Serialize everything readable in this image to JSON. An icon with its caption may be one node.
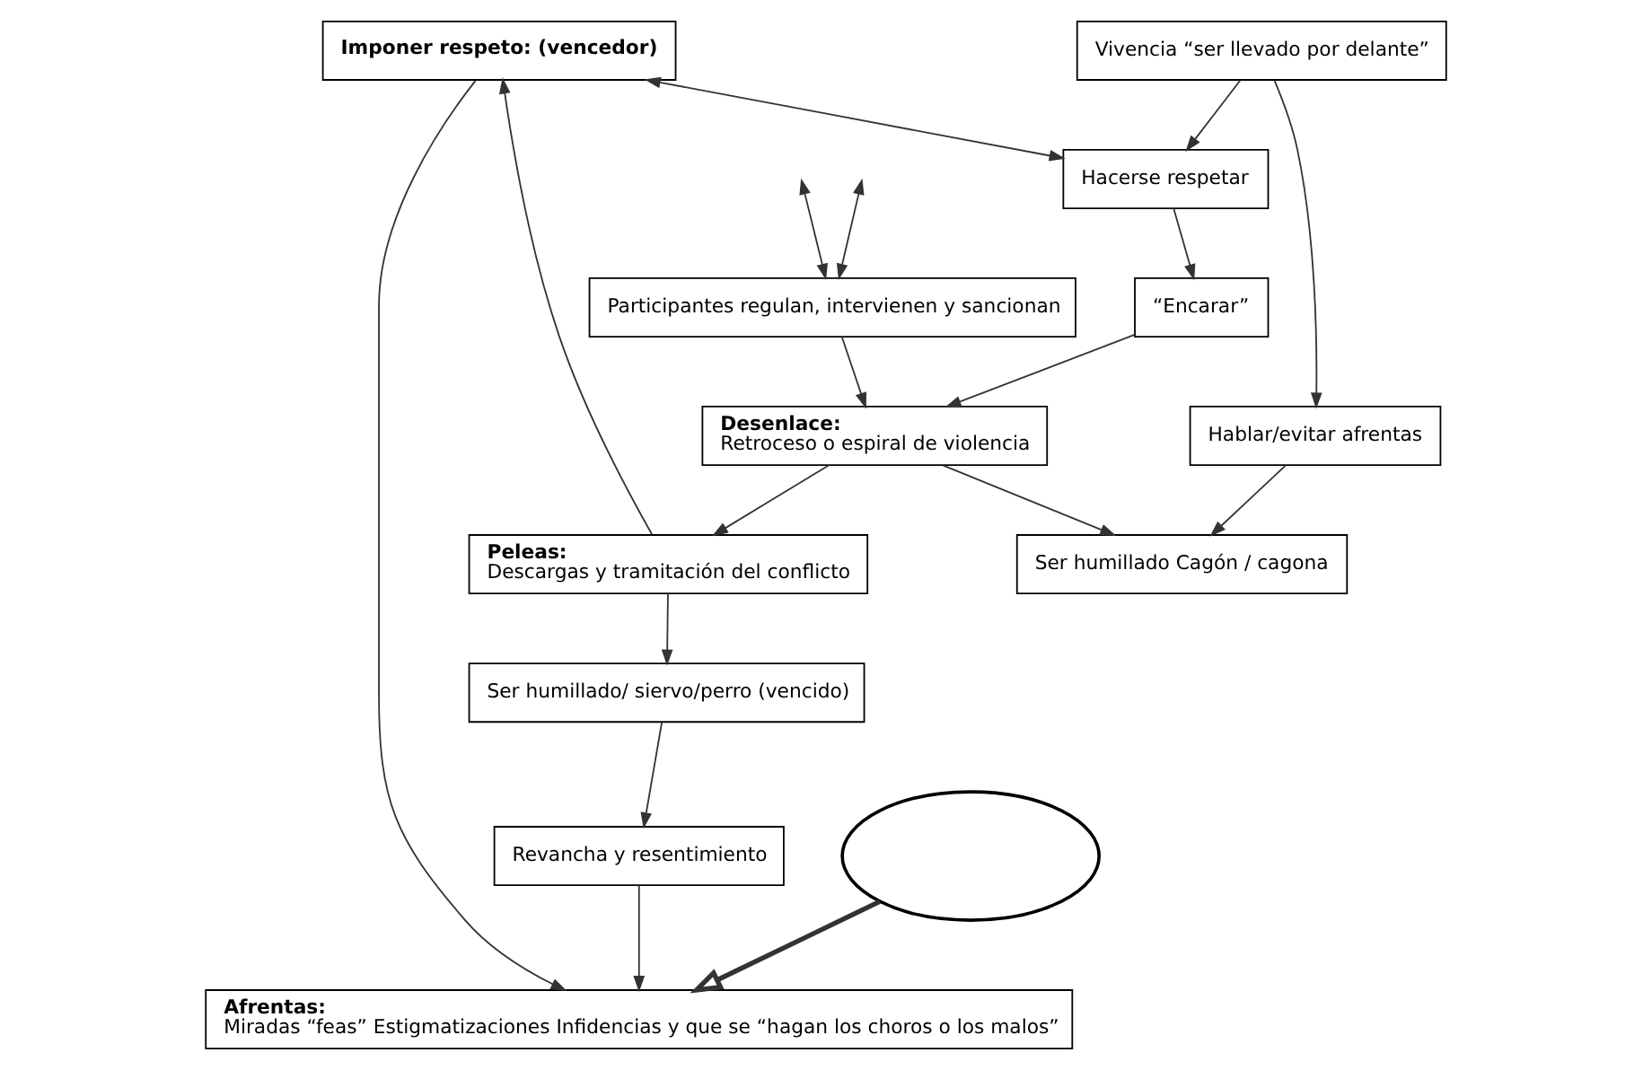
{
  "diagram": {
    "nodes": [
      {
        "text": [
          "Afrentas:",
          "Miradas “feas” Estigmatizaciones Infidencias y que se “hagan los choros o los malos”"
        ]
      },
      {
        "text": [
          "Hablar/evitar afrentas"
        ]
      },
      {
        "text": [
          "Ser humillado Cagón / cagona"
        ]
      },
      {
        "text": [
          "Hacerse respetar"
        ]
      },
      {
        "text": [
          "Vivencia “ser llevado por delante”"
        ]
      },
      {
        "text": [
          "“Encarar”"
        ]
      },
      {
        "text": [
          "Imponer respeto: (vencedor)"
        ]
      },
      {
        "text": [
          "Desenlace:",
          "Retroceso o espiral de violencia"
        ]
      },
      {
        "text": [
          "Revancha y resentimiento"
        ]
      },
      {
        "text": [
          "Peleas:",
          "Descargas y tramitación del conflicto"
        ]
      },
      {
        "text": [
          "Ser humillado/ siervo/perro (vencido)"
        ]
      },
      {
        "text": [
          "Participantes regulan, intervienen y sancionan"
        ]
      },
      {
        "text": [],
        "shape": "ellipse"
      }
    ],
    "edges": [
      {
        "from": 1,
        "to": 2,
        "arrow": "to"
      },
      {
        "from": 4,
        "to": 1,
        "arrow": "to"
      },
      {
        "from": 4,
        "to": 3,
        "arrow": "to"
      },
      {
        "from": 6,
        "to": 3,
        "arrow": "both"
      },
      {
        "from": 3,
        "to": 5,
        "arrow": "to"
      },
      {
        "from": 5,
        "to": 7,
        "arrow": "to"
      },
      {
        "from": 7,
        "to": 2,
        "arrow": "to"
      },
      {
        "from": 6,
        "to": 0,
        "arrow": "to"
      },
      {
        "from": 8,
        "to": 0,
        "arrow": "to"
      },
      {
        "from": 9,
        "to": 6,
        "arrow": "to"
      },
      {
        "from": 9,
        "to": 10,
        "arrow": "to"
      },
      {
        "from": 10,
        "to": 8,
        "arrow": "to"
      },
      {
        "from": 7,
        "to": 9,
        "arrow": "to"
      },
      {
        "from": 11,
        "to": 7,
        "arrow": "to"
      },
      {
        "from": null,
        "to": 11,
        "arrow": "both"
      },
      {
        "from": null,
        "to": 11,
        "arrow": "both"
      },
      {
        "from": 12,
        "to": 0,
        "arrow": "to",
        "style": "thick"
      }
    ]
  }
}
